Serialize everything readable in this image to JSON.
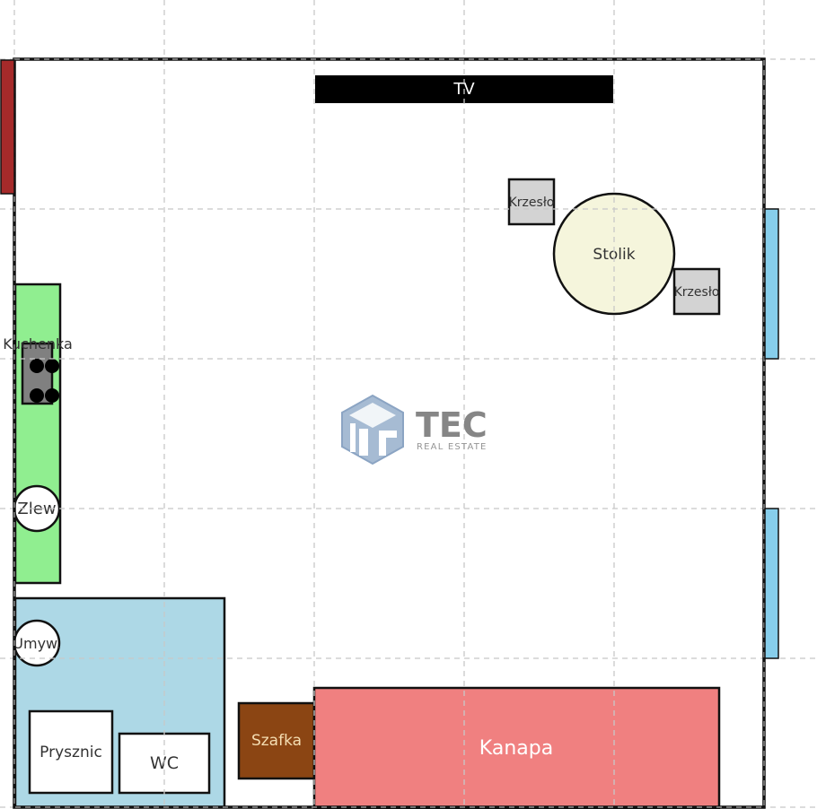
{
  "plan": {
    "labels": {
      "tv": "TV",
      "chair_1": "Krzesło",
      "chair_2": "Krzesło",
      "table": "Stolik",
      "stove": "Kuchenka",
      "sink": "Zlew",
      "washbasin": "Umyw.",
      "shower": "Prysznic",
      "wc": "WC",
      "cabinet": "Szafka",
      "sofa": "Kanapa"
    },
    "colors": {
      "door": "#a52a2a",
      "window": "#87ceeb",
      "kitchen": "#90ee90",
      "bathroom": "#add8e6",
      "table": "#f5f5dc",
      "chair": "#d3d3d3",
      "cabinet": "#8b4513",
      "sofa": "#f08080",
      "tv": "#000000"
    }
  },
  "watermark": {
    "brand": "TEC",
    "tagline": "REAL ESTATE"
  }
}
